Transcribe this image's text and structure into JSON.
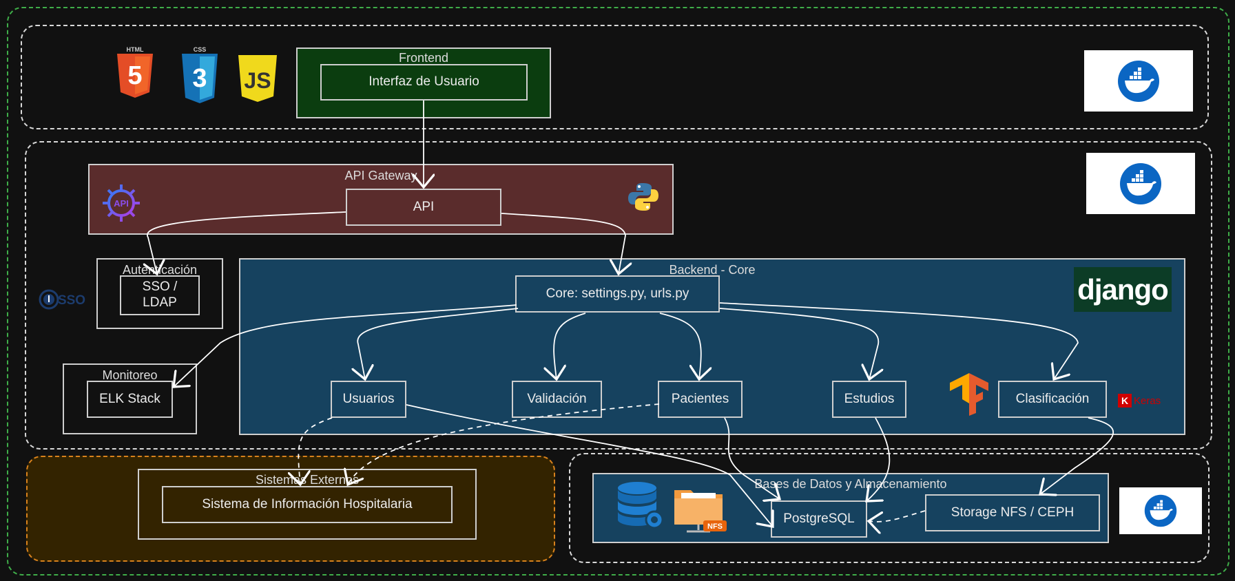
{
  "frontend": {
    "group_title": "Frontend",
    "ui_box": "Interfaz de Usuario",
    "logos": {
      "html": "HTML",
      "css": "CSS",
      "js": "JS"
    }
  },
  "gateway": {
    "group_title": "API Gateway",
    "api_box": "API",
    "api_logo": "API"
  },
  "auth": {
    "group_title": "Autenticación",
    "box": "SSO / LDAP",
    "sso_logo": "SSO"
  },
  "monitor": {
    "group_title": "Monitoreo",
    "box": "ELK Stack"
  },
  "backend": {
    "group_title": "Backend - Core",
    "core_box": "Core: settings.py, urls.py",
    "django_logo": "django",
    "keras_logo": "Keras",
    "keras_k": "K",
    "modules": {
      "usuarios": "Usuarios",
      "validacion": "Validación",
      "pacientes": "Pacientes",
      "estudios": "Estudios",
      "clasificacion": "Clasificación"
    }
  },
  "external": {
    "group_title": "Sistemas Externos",
    "box": "Sistema de Información Hospitalaria"
  },
  "storage": {
    "group_title": "Bases de Datos y Almacenamiento",
    "postgres": "PostgreSQL",
    "nfs": "Storage NFS / CEPH",
    "nfs_badge": "NFS"
  },
  "colors": {
    "outer_border": "#3fae49",
    "frontend_fill": "#0b3d0f",
    "gateway_fill": "#5a2c2c",
    "backend_fill": "#16425f",
    "external_fill": "#332300",
    "external_border": "#d9821c",
    "docker_blue": "#0b66c3"
  },
  "icons": [
    "html5-icon",
    "css3-icon",
    "javascript-icon",
    "docker-icon",
    "api-gear-icon",
    "python-icon",
    "sso-icon",
    "django-logo",
    "tensorflow-icon",
    "keras-icon",
    "database-icon",
    "nfs-folder-icon"
  ]
}
